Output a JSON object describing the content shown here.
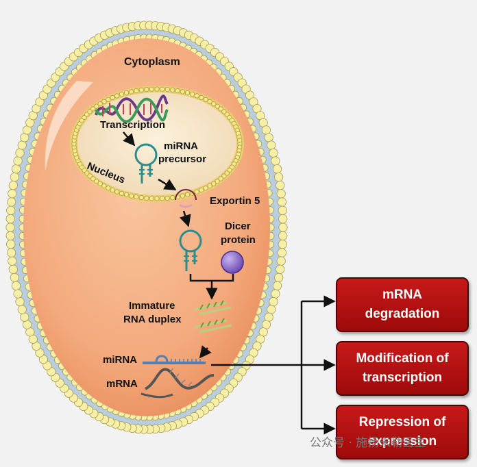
{
  "labels": {
    "cytoplasm": "Cytoplasm",
    "nucleus": "Nucleus",
    "transcription": "Transcription",
    "mirna_precursor_1": "miRNA",
    "mirna_precursor_2": "precursor",
    "exportin": "Exportin 5",
    "dicer_1": "Dicer",
    "dicer_2": "protein",
    "immature_1": "Immature",
    "immature_2": "RNA duplex",
    "mirna": "miRNA",
    "mrna": "mRNA"
  },
  "outcomes": [
    {
      "line1": "mRNA",
      "line2": "degradation"
    },
    {
      "line1": "Modification of",
      "line2": "transcription"
    },
    {
      "line1": "Repression of",
      "line2": "expression"
    }
  ],
  "watermark": "公众号 · 施扬米勒医生",
  "colors": {
    "cell_fill": "#f3a97c",
    "membrane_head": "#f5efa8",
    "membrane_band": "#b8cde0",
    "nucleus_fill": "#f7e6c8",
    "outcome_fill": "#b31313",
    "mirna_blue": "#4f7fb4",
    "hairpin_teal": "#2a8c8c",
    "dicer_purple": "#8060c0",
    "exportin_red": "#b04060"
  }
}
